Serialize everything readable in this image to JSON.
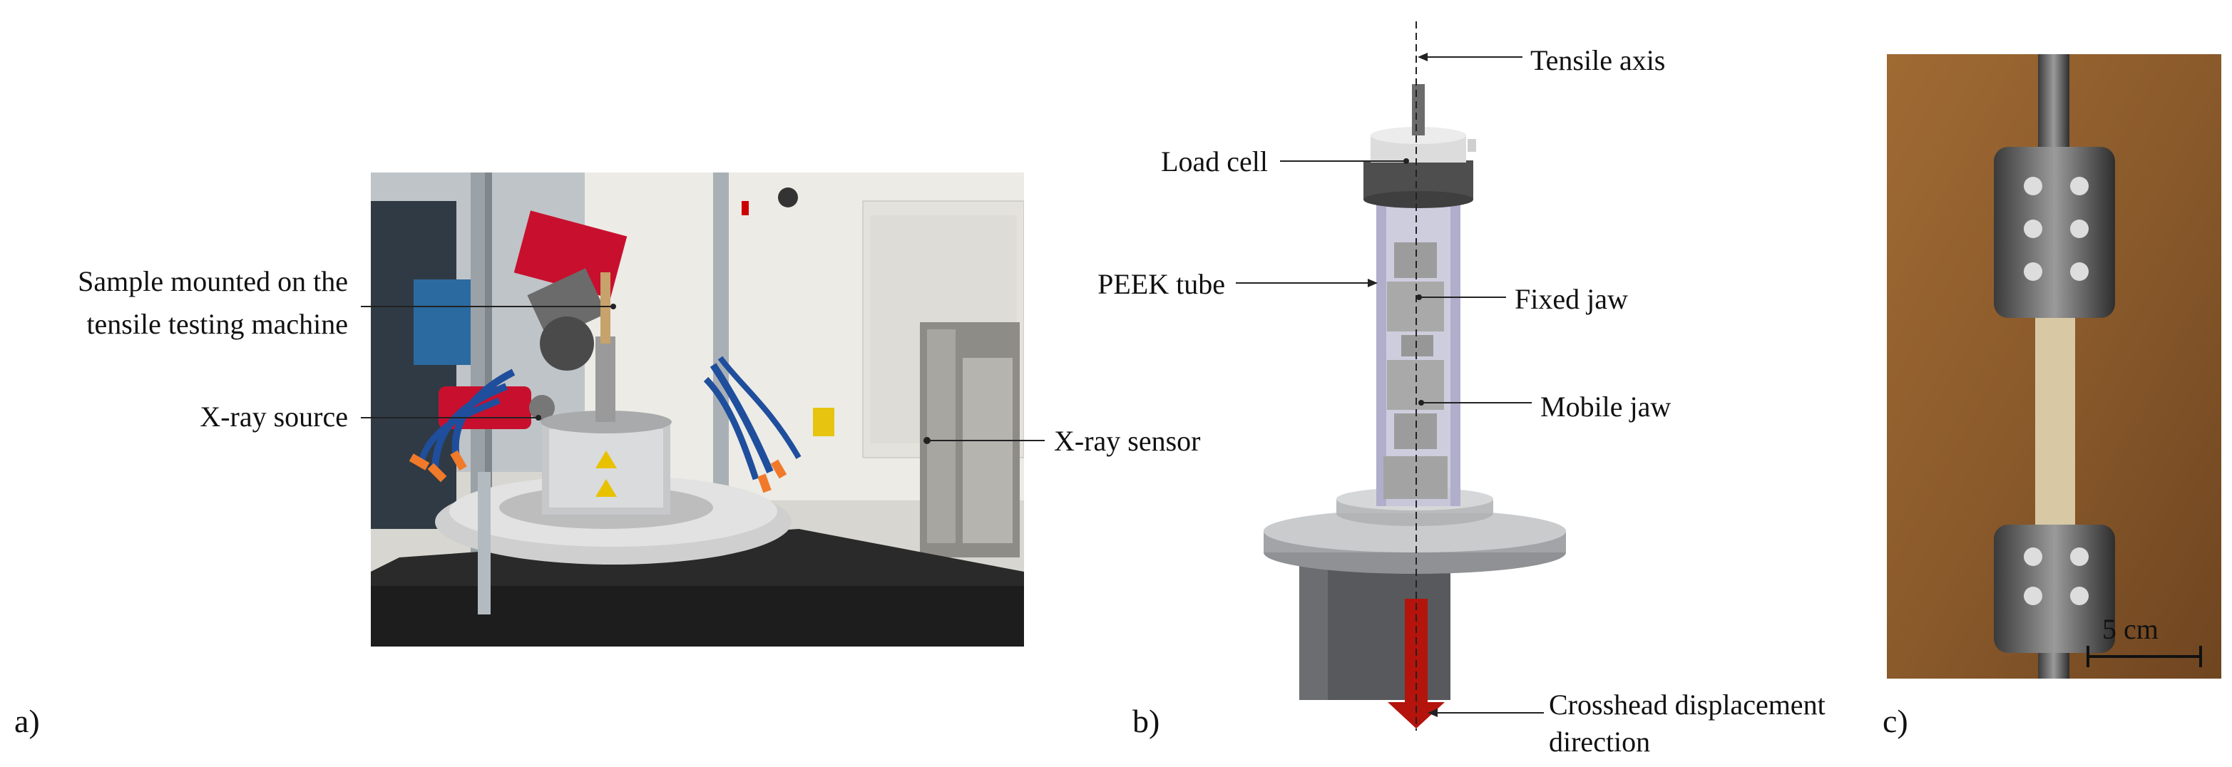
{
  "panels": {
    "a": {
      "letter": "a)"
    },
    "b": {
      "letter": "b)"
    },
    "c": {
      "letter": "c)"
    }
  },
  "labels_a": {
    "sample_line1": "Sample mounted on the",
    "sample_line2": "tensile testing machine",
    "xray_source": "X-ray source",
    "xray_sensor": "X-ray sensor"
  },
  "labels_b": {
    "tensile_axis": "Tensile axis",
    "load_cell": "Load cell",
    "peek_tube": "PEEK tube",
    "fixed_jaw": "Fixed jaw",
    "mobile_jaw": "Mobile jaw",
    "crosshead_line1": "Crosshead displacement",
    "crosshead_line2": "direction"
  },
  "labels_c": {
    "scale_bar": "5 cm"
  },
  "colors": {
    "arrow_red": "#b4140c",
    "machine_red": "#c8102e",
    "hose_blue": "#1f4e9c",
    "nozzle_orange": "#f07a2a",
    "wood_brown": "#8a5a2b"
  }
}
